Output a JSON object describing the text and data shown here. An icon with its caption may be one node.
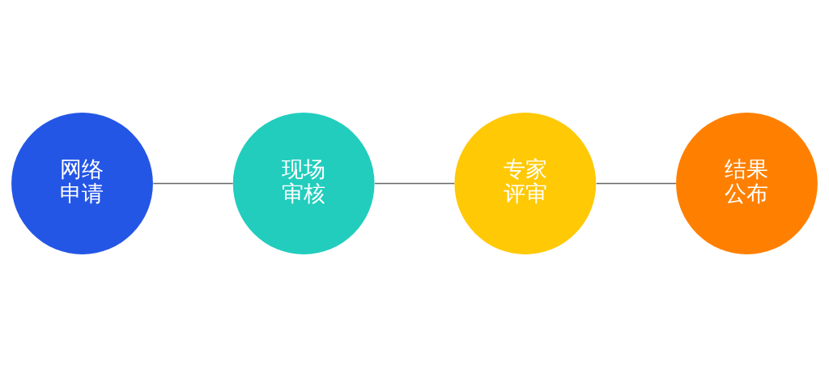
{
  "diagram": {
    "nodes": [
      {
        "text": [
          "网络申请"
        ]
      },
      {
        "text": [
          "现场审核"
        ]
      },
      {
        "text": [
          "专家评审"
        ]
      },
      {
        "text": [
          "结果公布"
        ]
      }
    ],
    "edges": [
      {
        "from": 0,
        "to": 1,
        "arrow": "none"
      },
      {
        "from": 1,
        "to": 2,
        "arrow": "none"
      },
      {
        "from": 2,
        "to": 3,
        "arrow": "none"
      }
    ]
  }
}
